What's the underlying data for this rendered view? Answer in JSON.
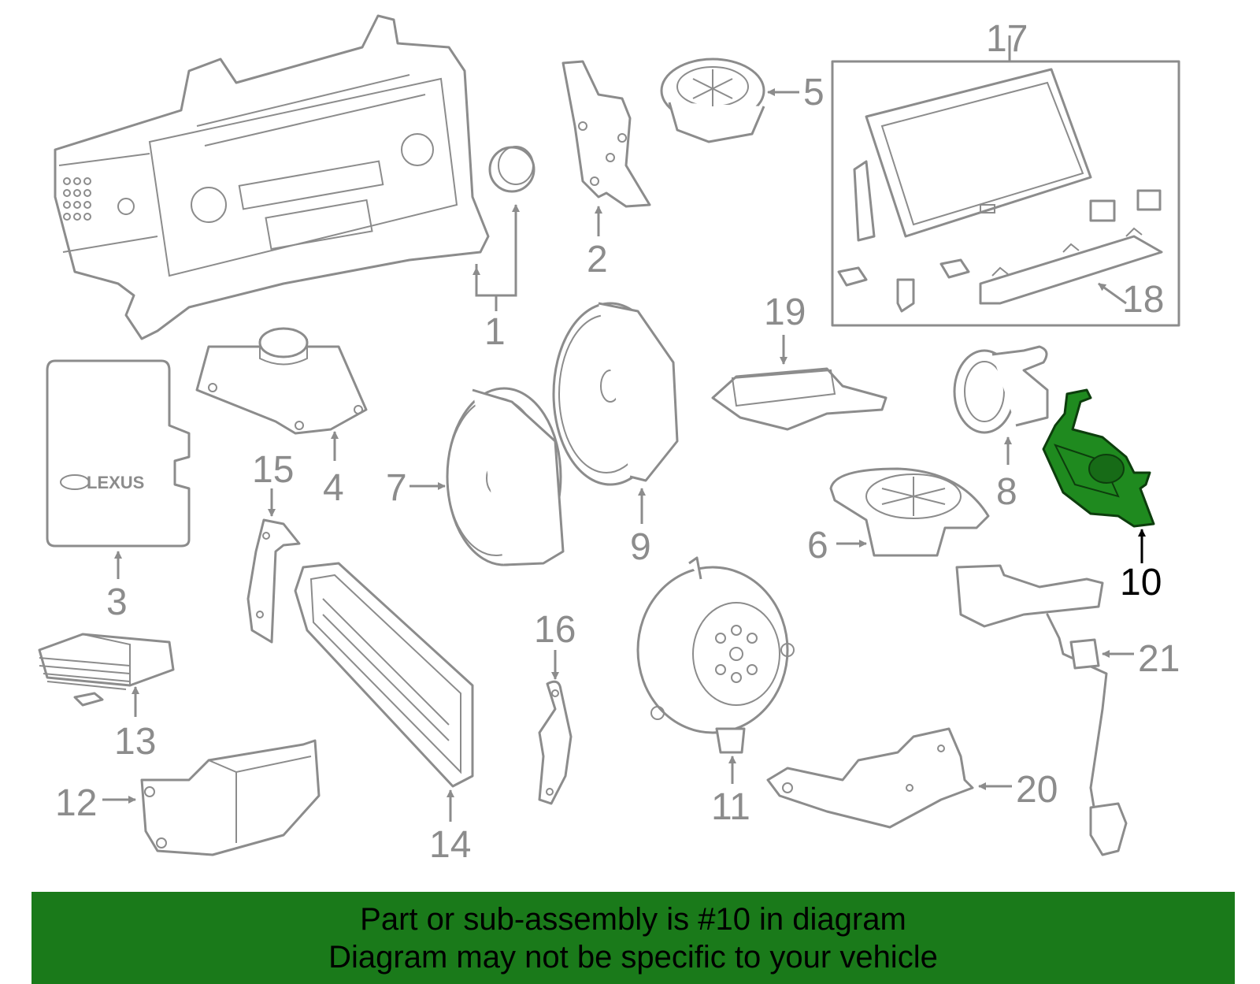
{
  "callouts": {
    "c1": "1",
    "c2": "2",
    "c3": "3",
    "c4": "4",
    "c5": "5",
    "c6": "6",
    "c7": "7",
    "c8": "8",
    "c9": "9",
    "c10": "10",
    "c11": "11",
    "c12": "12",
    "c13": "13",
    "c14": "14",
    "c15": "15",
    "c16": "16",
    "c17": "17",
    "c18": "18",
    "c19": "19",
    "c20": "20",
    "c21": "21"
  },
  "highlight_part": "10",
  "colors": {
    "highlight": "#1f8a1f",
    "banner": "#1a7a1a",
    "line_art": "#8c8c8c"
  },
  "logo_text": "LEXUS",
  "banner": {
    "line1": "Part or sub-assembly is #10 in diagram",
    "line2": "Diagram may not be specific to your vehicle"
  }
}
